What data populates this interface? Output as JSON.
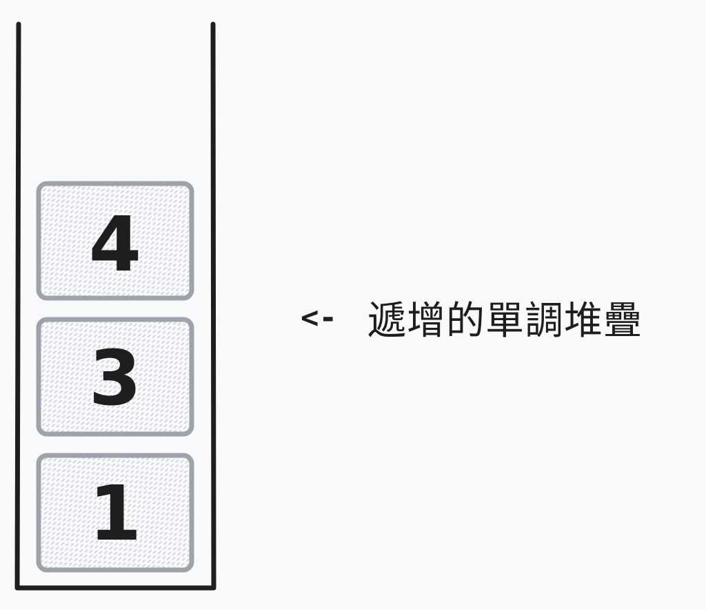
{
  "stack": {
    "items_bottom_to_top": [
      "1",
      "3",
      "4"
    ]
  },
  "caption": {
    "arrow": "<-",
    "text": "遞增的單調堆疊"
  },
  "colors": {
    "background": "#f8f9fb",
    "container_stroke": "#1e1e1e",
    "box_stroke": "#9ea3ab",
    "box_hatch": "#c9ccd2",
    "text": "#1e1e1e"
  }
}
